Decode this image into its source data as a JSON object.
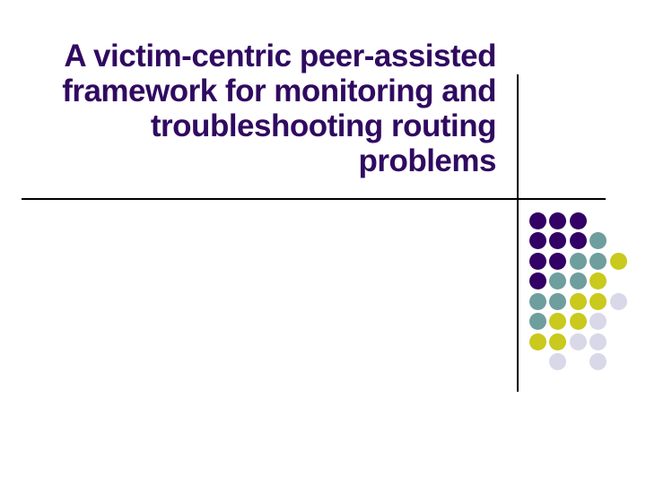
{
  "slide": {
    "background": "#ffffff",
    "title": {
      "full_text": "A victim-centric peer-assisted framework for monitoring and troubleshooting routing problems",
      "lines": [
        "A victim-centric peer-assisted",
        "framework for monitoring and",
        "troubleshooting routing",
        "problems"
      ],
      "color": "#300a60"
    },
    "rules": {
      "color": "#000000"
    },
    "dot_decoration": {
      "colors": {
        "purple": "#330066",
        "teal": "#6f9e9e",
        "yellow": "#c9c91e",
        "lavender": "#d8d8e8"
      },
      "pattern": [
        [
          "purple",
          "purple",
          "purple",
          null,
          null
        ],
        [
          "purple",
          "purple",
          "purple",
          "teal",
          null
        ],
        [
          "purple",
          "purple",
          "teal",
          "teal",
          "yellow"
        ],
        [
          "purple",
          "teal",
          "teal",
          "yellow",
          null
        ],
        [
          "teal",
          "teal",
          "yellow",
          "yellow",
          "lavender"
        ],
        [
          "teal",
          "yellow",
          "yellow",
          "lavender",
          null
        ],
        [
          "yellow",
          "yellow",
          "lavender",
          "lavender",
          null
        ],
        [
          null,
          "lavender",
          null,
          "lavender",
          null
        ]
      ]
    }
  }
}
